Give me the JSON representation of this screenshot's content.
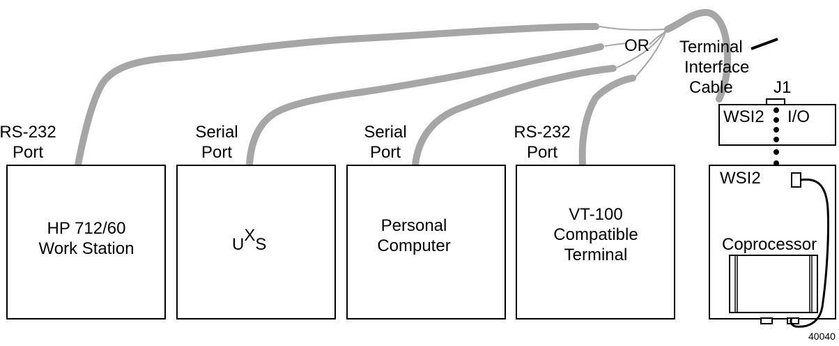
{
  "devices": {
    "hp": {
      "port_line1": "RS-232",
      "port_line2": "Port",
      "name_line1": "HP 712/60",
      "name_line2": "Work Station"
    },
    "uxs": {
      "port_line1": "Serial",
      "port_line2": "Port",
      "name_base": "U",
      "name_sup": "X",
      "name_tail": "S"
    },
    "pc": {
      "port_line1": "Serial",
      "port_line2": "Port",
      "name_line1": "Personal",
      "name_line2": "Computer"
    },
    "vt": {
      "port_line1": "RS-232",
      "port_line2": "Port",
      "name_line1": "VT-100",
      "name_line2": "Compatible",
      "name_line3": "Terminal"
    }
  },
  "cable": {
    "or_label": "OR",
    "line1": "Terminal",
    "line2": "Interface",
    "line3": "Cable"
  },
  "io_board": {
    "connector": "J1",
    "left": "WSI2",
    "right": "I/O"
  },
  "coprocessor": {
    "wsi": "WSI2",
    "name": "Coprocessor"
  },
  "figure_id": "40040"
}
